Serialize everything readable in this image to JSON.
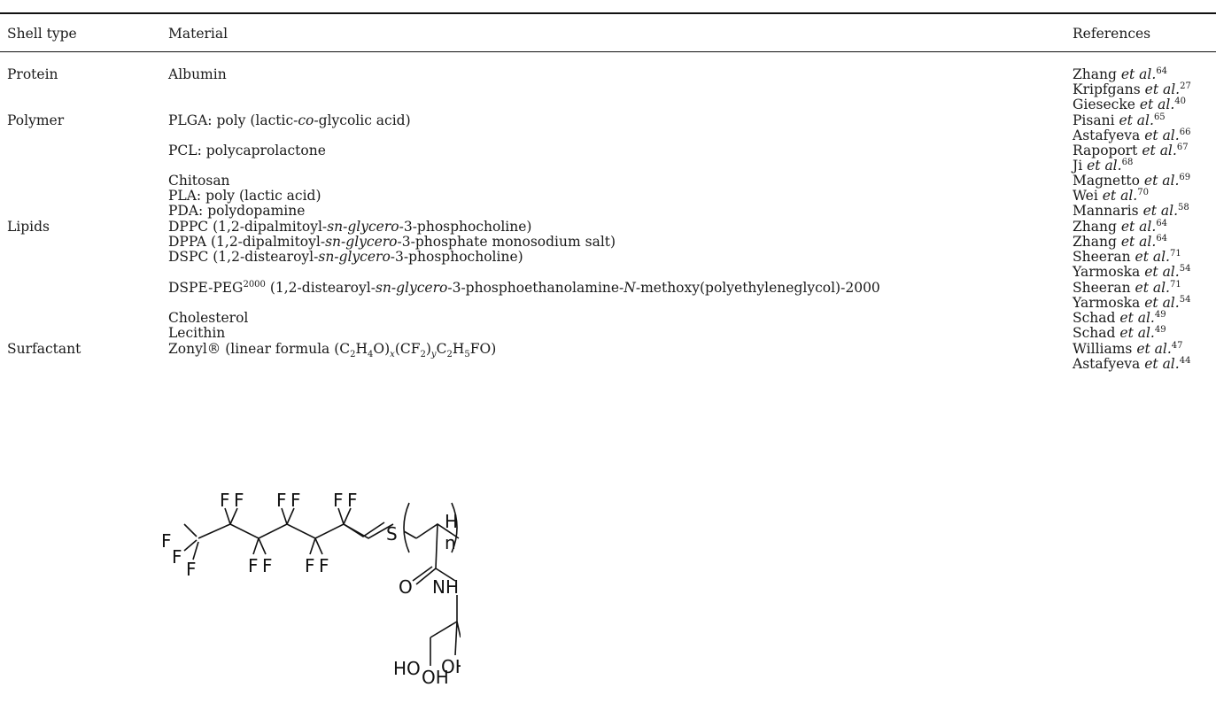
{
  "headers": {
    "shell_type": "Shell type",
    "material": "Material",
    "references": "References"
  },
  "rows": [
    {
      "shell": "Protein",
      "material": "Albumin",
      "ref_name": "Zhang",
      "ref_num": "64"
    },
    {
      "shell": "",
      "material": "",
      "ref_name": "Kripfgans",
      "ref_num": "27"
    },
    {
      "shell": "",
      "material": "",
      "ref_name": "Giesecke",
      "ref_num": "40"
    },
    {
      "shell": "Polymer",
      "material_pre": "PLGA: poly (lactic-",
      "material_it": "co",
      "material_post": "-glycolic acid)",
      "ref_name": "Pisani",
      "ref_num": "65"
    },
    {
      "shell": "",
      "material": "",
      "ref_name": "Astafyeva",
      "ref_num": "66"
    },
    {
      "shell": "",
      "material": "PCL: polycaprolactone",
      "ref_name": "Rapoport",
      "ref_num": "67"
    },
    {
      "shell": "",
      "material": "",
      "ref_name": "Ji",
      "ref_num": "68"
    },
    {
      "shell": "",
      "material": "Chitosan",
      "ref_name": "Magnetto",
      "ref_num": "69"
    },
    {
      "shell": "",
      "material": "PLA: poly (lactic acid)",
      "ref_name": "Wei",
      "ref_num": "70"
    },
    {
      "shell": "",
      "material": "PDA: polydopamine",
      "ref_name": "Mannaris",
      "ref_num": "58"
    },
    {
      "shell": "Lipids",
      "material_pre": "DPPC (1,2-dipalmitoyl-",
      "material_it": "sn-glycero",
      "material_post": "-3-phosphocholine)",
      "ref_name": "Zhang",
      "ref_num": "64"
    },
    {
      "shell": "",
      "material_pre": "DPPA (1,2-dipalmitoyl-",
      "material_it": "sn-glycero",
      "material_post": "-3-phosphate monosodium salt)",
      "ref_name": "Zhang",
      "ref_num": "64"
    },
    {
      "shell": "",
      "material_pre": "DSPC (1,2-distearoyl-",
      "material_it": "sn-glycero",
      "material_post": "-3-phosphocholine)",
      "ref_name": "Sheeran",
      "ref_num": "71"
    },
    {
      "shell": "",
      "material": "",
      "ref_name": "Yarmoska",
      "ref_num": "54"
    },
    {
      "shell": "",
      "material_a": "DSPE-PEG",
      "material_sup": "2000",
      "material_b": " (1,2-distearoyl-",
      "material_it": "sn-glycero",
      "material_c": "-3-phosphoethanolamine-",
      "material_it2": "N",
      "material_d": "-methoxy(polyethyleneglycol)-2000",
      "ref_name": "Sheeran",
      "ref_num": "71"
    },
    {
      "shell": "",
      "material": "",
      "ref_name": "Yarmoska",
      "ref_num": "54"
    },
    {
      "shell": "",
      "material": "Cholesterol",
      "ref_name": "Schad",
      "ref_num": "49"
    },
    {
      "shell": "",
      "material": "Lecithin",
      "ref_name": "Schad",
      "ref_num": "49"
    },
    {
      "shell": "Surfactant",
      "zonyl_a": "Zonyl® (linear formula (C",
      "zonyl_s1": "2",
      "zonyl_b": "H",
      "zonyl_s2": "4",
      "zonyl_c": "O)",
      "zonyl_x": "x",
      "zonyl_d": "(CF",
      "zonyl_s3": "2",
      "zonyl_e": ")",
      "zonyl_y": "y",
      "zonyl_f": "C",
      "zonyl_s4": "2",
      "zonyl_g": "H",
      "zonyl_s5": "5",
      "zonyl_h": "FO)",
      "ref_name": "Williams",
      "ref_num": "47"
    },
    {
      "shell": "",
      "material": "",
      "ref_name": "Astafyeva",
      "ref_num": "44"
    }
  ],
  "et_al": "et al.",
  "molecule": {
    "atoms": [
      "F",
      "F",
      "F",
      "F",
      "F",
      "F",
      "F",
      "F",
      "F",
      "F",
      "F",
      "F",
      "F",
      "S",
      "H",
      "n",
      "O",
      "NH",
      "HO",
      "OH",
      "OH"
    ]
  }
}
